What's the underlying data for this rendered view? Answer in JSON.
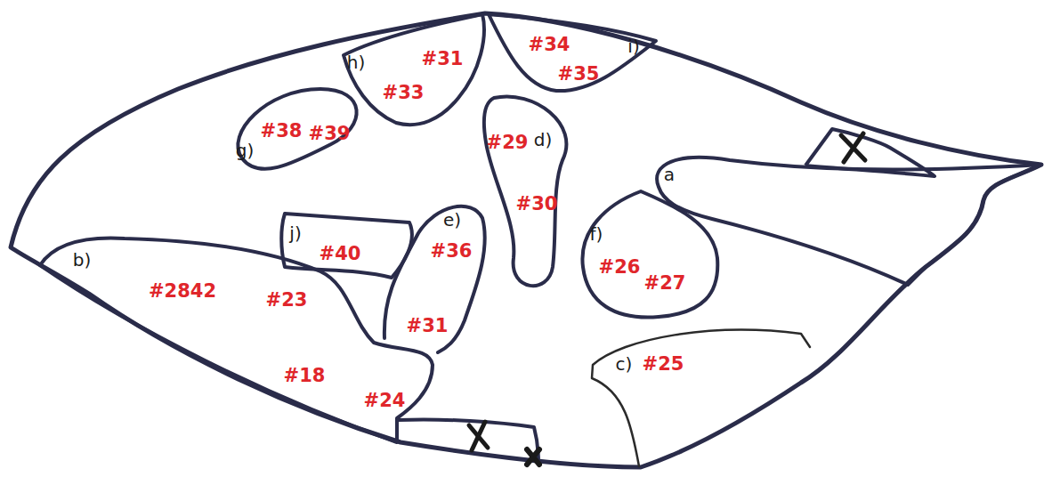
{
  "diagram": {
    "nodes": [
      {
        "text": [
          "h)",
          "#31",
          "#33"
        ]
      },
      {
        "text": [
          "#34",
          "i)",
          "#35"
        ]
      },
      {
        "text": [
          "g)",
          "#38",
          "#39"
        ]
      },
      {
        "text": [
          "#29",
          "d)",
          "#30"
        ]
      },
      {
        "text": [
          "a"
        ]
      },
      {
        "text": [
          "b)",
          "#2842",
          "#23",
          "#18",
          "#24"
        ]
      },
      {
        "text": [
          "j)",
          "#40"
        ]
      },
      {
        "text": [
          "e)",
          "#36",
          "#31"
        ]
      },
      {
        "text": [
          "f)",
          "#26",
          "#27"
        ]
      },
      {
        "text": [
          "c)",
          "#25"
        ]
      }
    ]
  }
}
